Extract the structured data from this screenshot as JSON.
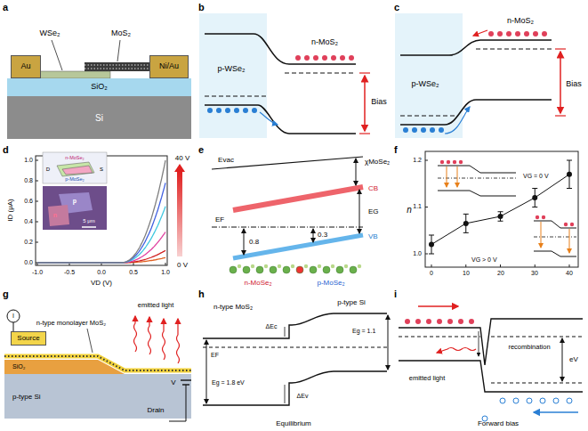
{
  "diagram": {
    "nodes": [
      {
        "text": [
          "Au"
        ]
      },
      {
        "text": [
          "Ni/Au"
        ]
      },
      {
        "text": [
          "SiO₂"
        ]
      },
      {
        "text": [
          "Si"
        ]
      },
      {
        "text": [
          "Source"
        ]
      }
    ],
    "labels": [
      "a",
      "WSe₂",
      "MoS₂",
      "b",
      "p-WSe₂",
      "n-MoS₂",
      "Bias",
      "c",
      "n-MoS₂",
      "p-WSe₂",
      "Bias",
      "d",
      "ID (μA)",
      "VD (V)",
      "1.0",
      "0.8",
      "0.6",
      "0.4",
      "0.2",
      "0.0",
      "-1.0",
      "-0.5",
      "0.0",
      "0.5",
      "1.0",
      "40 V",
      "0 V",
      "n-MoSe₂",
      "p-MoSe₂",
      "D",
      "S",
      "p",
      "n",
      "5 μm",
      "e",
      "Evac",
      "χMoSe₂",
      "CB",
      "EF",
      "EG",
      "0.8",
      "0.3",
      "VB",
      "n-MoSe₂",
      "p-MoSe₂",
      "f",
      "n",
      "1.2",
      "1.1",
      "1.0",
      "0",
      "10",
      "20",
      "30",
      "40",
      "VG = 0 V",
      "VG > 0 V",
      "g",
      "I",
      "n-type monolayer MoS₂",
      "emitted light",
      "SiO₂",
      "p-type Si",
      "Drain",
      "V",
      "h",
      "n-type MoS₂",
      "p-type Si",
      "ΔEc",
      "Eg = 1.1",
      "EF",
      "Eg = 1.8 eV",
      "ΔEv",
      "Equilibrium",
      "i",
      "emitted light",
      "recombination",
      "eV",
      "Forward bias"
    ]
  }
}
